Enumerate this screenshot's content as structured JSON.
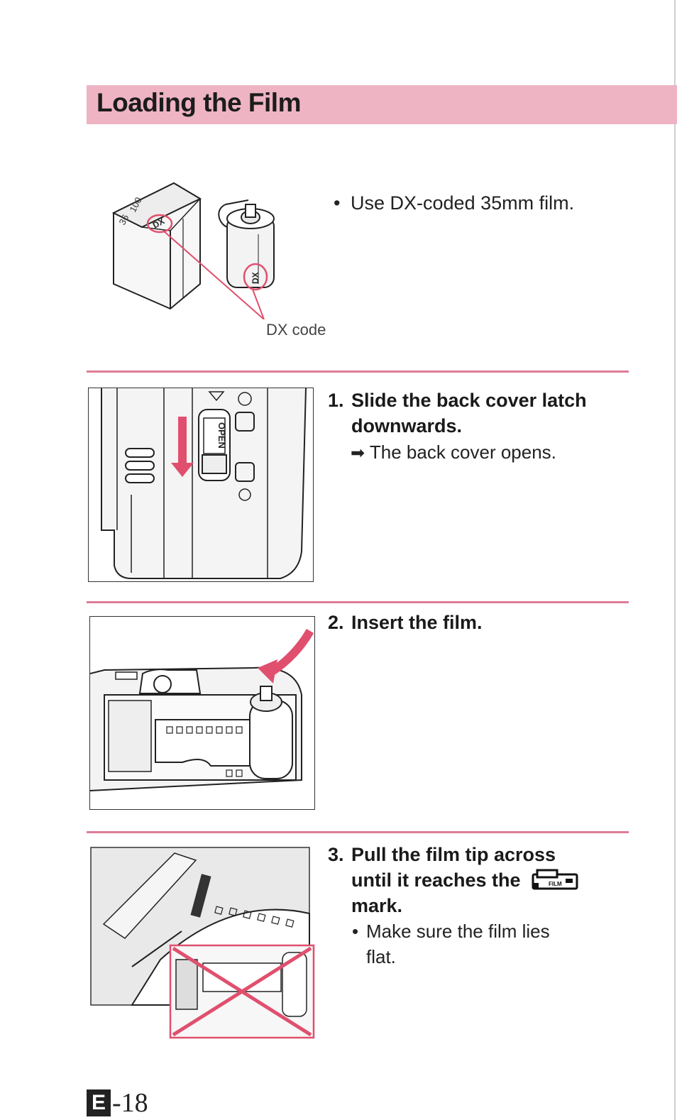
{
  "header": {
    "title": "Loading the Film"
  },
  "intro": {
    "bullet": "Use DX-coded 35mm film.",
    "figure_label": "DX code",
    "box_text_dx": "DX"
  },
  "steps": [
    {
      "number": "1.",
      "line1": "Slide the back cover latch",
      "line2": "downwards.",
      "result": "The back cover opens.",
      "latch_label": "OPEN"
    },
    {
      "number": "2.",
      "line1": "Insert the film."
    },
    {
      "number": "3.",
      "line1": "Pull the film tip across",
      "line2": "until it reaches the",
      "line3": "mark.",
      "note_line1": "Make sure the film lies",
      "note_line2": "flat.",
      "mark_label": "FILM"
    }
  ],
  "footer": {
    "badge": "E",
    "page": "-18"
  },
  "colors": {
    "accent": "#de7d96",
    "title_bar": "#eeb4c4",
    "arrow": "#e0506e"
  },
  "icons": {
    "result_arrow": "arrow-right-icon",
    "bullet": "bullet-dot-icon"
  }
}
